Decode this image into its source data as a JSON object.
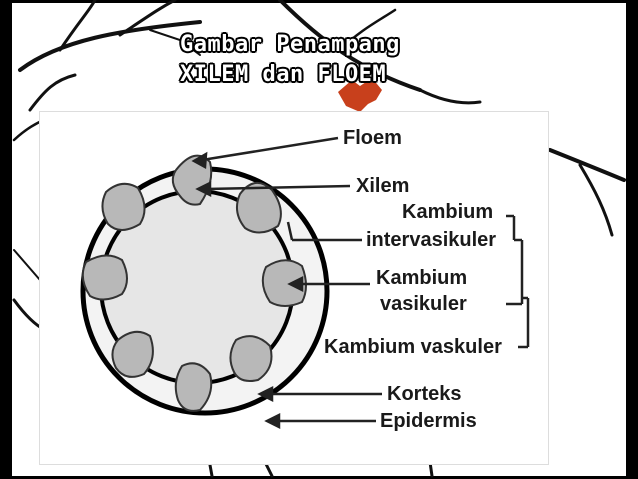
{
  "slide": {
    "title_line1": "Gambar Penampang",
    "title_line2": "XILEM dan FLOEM"
  },
  "diagram": {
    "labels": {
      "floem": "Floem",
      "xilem": "Xilem",
      "kambium_inter_line1": "Kambium",
      "kambium_inter_line2": "intervasikuler",
      "kambium_vas_line1": "Kambium",
      "kambium_vas_line2": "vasikuler",
      "kambium_vaskuler": "Kambium vaskuler",
      "korteks": "Korteks",
      "epidermis": "Epidermis"
    }
  },
  "colors": {
    "border": "#000000",
    "cortex_fill": "#f3f3f3",
    "pith_fill": "#e6e6e6",
    "bundle_fill": "#b8b8b8",
    "leaf_accent": "#c8401c"
  }
}
